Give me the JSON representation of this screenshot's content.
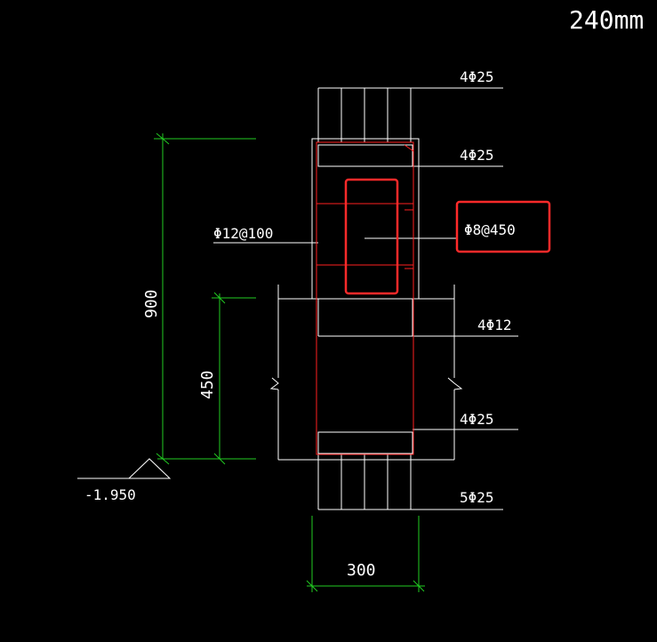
{
  "drawing": {
    "scale_label": "240mm",
    "rebar_labels": {
      "top_outer": "4Φ25",
      "top_inner": "4Φ25",
      "stirrup_main": "Φ12@100",
      "tie_bar": "Φ8@450",
      "side_bars": "4Φ12",
      "bottom_inner": "4Φ25",
      "bottom_outer": "5Φ25"
    },
    "dimensions": {
      "total_height": "900",
      "lower_height": "450",
      "width": "300"
    },
    "elevation": "-1.950",
    "colors": {
      "background": "#000000",
      "line": "#ffffff",
      "rebar_outline": "#ff2020",
      "highlight": "#ff2a2a",
      "dimension": "#22cc22"
    }
  }
}
